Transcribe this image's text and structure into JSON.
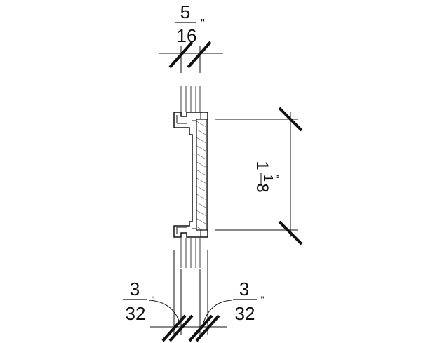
{
  "dimensions": {
    "top_width": {
      "numerator": "5",
      "denominator": "16",
      "unit": "\""
    },
    "height": {
      "whole": "1",
      "numerator": "1",
      "denominator": "8",
      "unit": "\""
    },
    "bottom_left_gap": {
      "numerator": "3",
      "denominator": "32",
      "unit": "\""
    },
    "bottom_right_gap": {
      "numerator": "3",
      "denominator": "32",
      "unit": "\""
    }
  },
  "colors": {
    "line": "#111111",
    "background": "#ffffff"
  }
}
